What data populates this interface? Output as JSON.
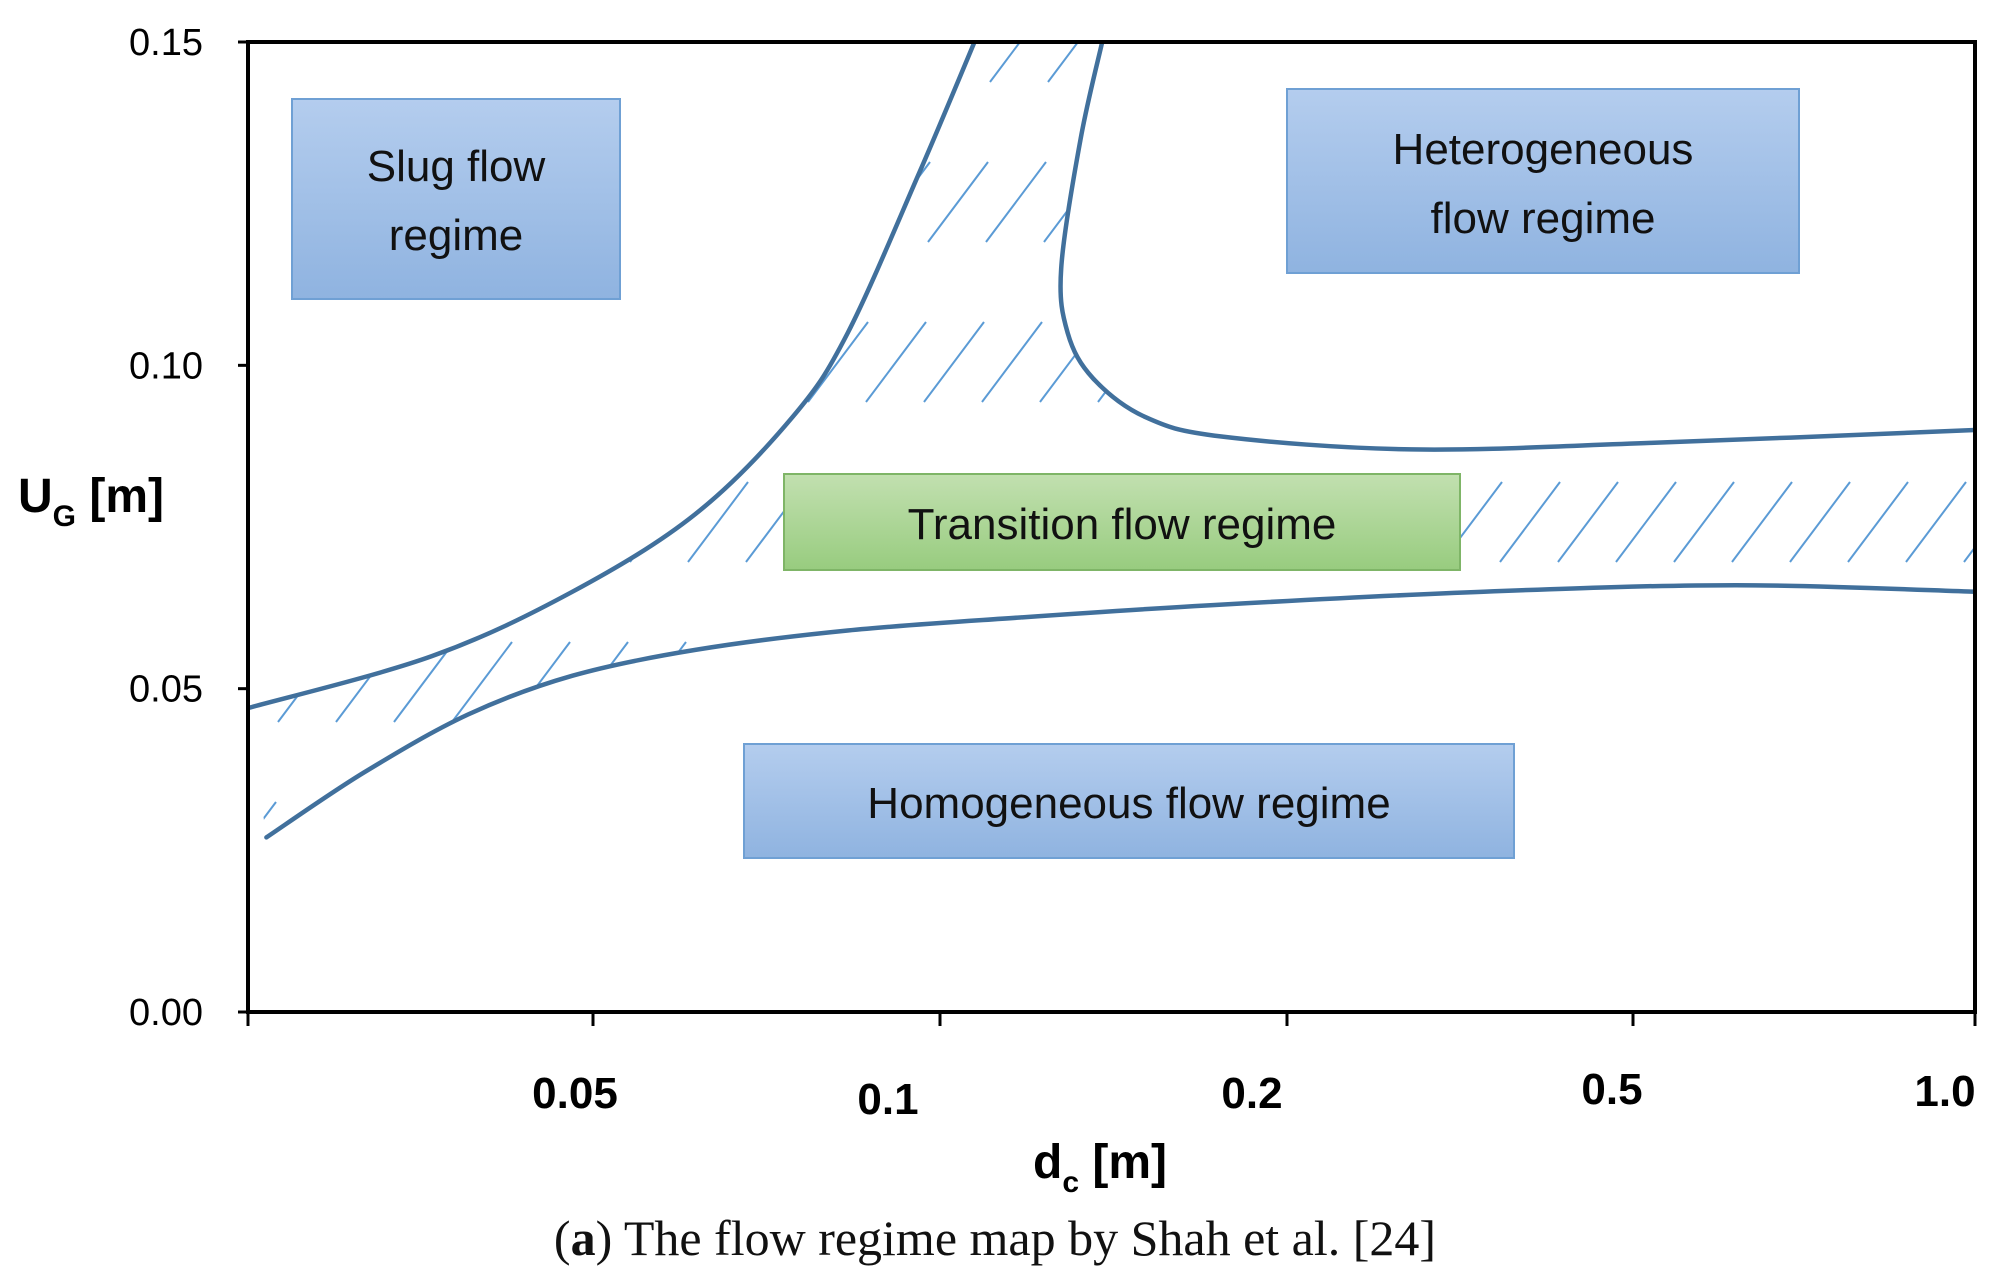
{
  "chart_data": {
    "type": "area",
    "xlabel": "d",
    "xlabel_sub": "c",
    "xlabel_unit": " [m]",
    "ylabel": "U",
    "ylabel_sub": "G",
    "ylabel_unit": " [m]",
    "xscale": "log",
    "xlim": [
      0.025,
      1.0
    ],
    "ylim": [
      0.0,
      0.15
    ],
    "x_ticks": [
      {
        "value": 0.05,
        "label": "0.05"
      },
      {
        "value": 0.1,
        "label": "0.1"
      },
      {
        "value": 0.2,
        "label": "0.2"
      },
      {
        "value": 0.5,
        "label": "0.5"
      },
      {
        "value": 1.0,
        "label": "1.0"
      }
    ],
    "y_ticks": [
      {
        "value": 0.0,
        "label": "0.00"
      },
      {
        "value": 0.05,
        "label": "0.05"
      },
      {
        "value": 0.1,
        "label": "0.10"
      },
      {
        "value": 0.15,
        "label": "0.15"
      }
    ],
    "grid": false,
    "line_color": "#41709c",
    "hatch_color": "#5b9bd5",
    "boundaries": [
      {
        "x": [
          0.025,
          0.037,
          0.05,
          0.065,
          0.08,
          0.09,
          0.105,
          0.118
        ],
        "y": [
          0.047,
          0.055,
          0.065,
          0.077,
          0.092,
          0.105,
          0.13,
          0.15
        ]
      },
      {
        "x": [
          0.155,
          0.148,
          0.142,
          0.144,
          0.152,
          0.17,
          0.2,
          0.3,
          0.5,
          1.0
        ],
        "y": [
          0.15,
          0.135,
          0.115,
          0.105,
          0.098,
          0.092,
          0.089,
          0.087,
          0.088,
          0.09
        ]
      },
      {
        "x": [
          0.026,
          0.032,
          0.04,
          0.05,
          0.065,
          0.09,
          0.13,
          0.2,
          0.35,
          0.6,
          1.0
        ],
        "y": [
          0.027,
          0.037,
          0.046,
          0.052,
          0.056,
          0.059,
          0.061,
          0.063,
          0.065,
          0.066,
          0.065
        ]
      }
    ],
    "regions": [
      {
        "name": "slug",
        "lines": [
          "Slug flow",
          "regime"
        ],
        "fill": "blue"
      },
      {
        "name": "heterogeneous",
        "lines": [
          "Heterogeneous",
          "flow regime"
        ],
        "fill": "blue"
      },
      {
        "name": "transition",
        "lines": [
          "Transition flow regime"
        ],
        "fill": "green"
      },
      {
        "name": "homogeneous",
        "lines": [
          "Homogeneous flow regime"
        ],
        "fill": "blue"
      }
    ]
  },
  "caption": {
    "letter": "a",
    "text": " The flow regime map by Shah et al. [24]"
  }
}
